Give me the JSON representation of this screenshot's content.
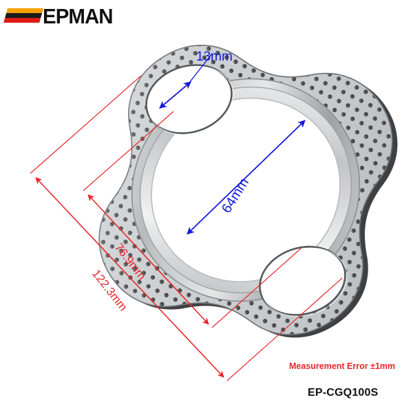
{
  "brand": {
    "name": "EPMAN",
    "logo_bar_colors": [
      "#f5a000",
      "#1a1a1a",
      "#e01b16"
    ]
  },
  "product": {
    "type": "exhaust-flange-gasket",
    "sku": "EP-CGQ100S",
    "note": "Measurement Error ±1mm"
  },
  "dimensions": {
    "bolt_hole": "13mm",
    "bore": "64mm",
    "bolt_spacing": "76.9mm",
    "overall_length": "122.3mm"
  },
  "colors": {
    "dimension_red": "#e8262a",
    "dimension_blue": "#1518d8",
    "gasket_body": "#c9cdcf",
    "gasket_dots": "#3a3c3c",
    "bore_ring": "#b9bcbd",
    "background": "#ffffff"
  }
}
